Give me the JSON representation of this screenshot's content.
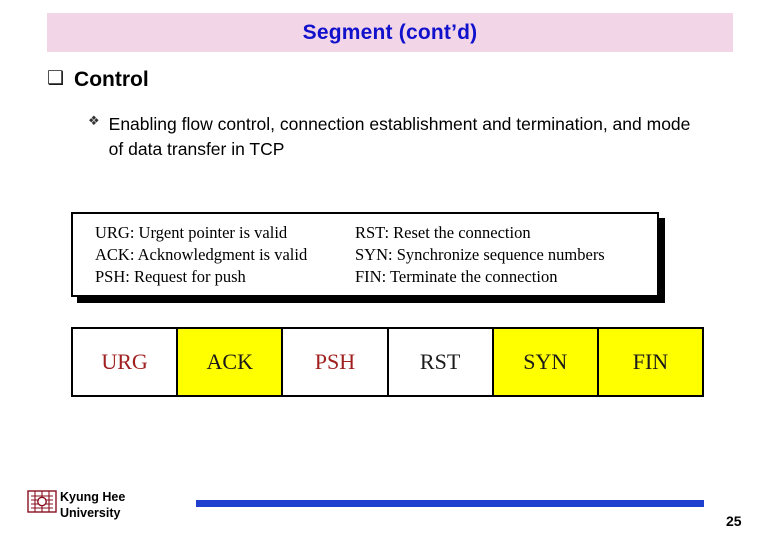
{
  "slide": {
    "title": "Segment (cont’d)",
    "title_bg": "#f2d6e8",
    "title_color": "#1111cc"
  },
  "bullets": {
    "level1": {
      "marker": "❑",
      "label": "Control"
    },
    "level2": {
      "marker": "❖",
      "text": "Enabling flow control, connection establishment and termination, and mode of data transfer in TCP"
    }
  },
  "legend": {
    "left_column": [
      "URG: Urgent pointer is valid",
      "ACK: Acknowledgment is valid",
      "PSH: Request for push"
    ],
    "right_column": [
      "RST: Reset the connection",
      "SYN: Synchronize sequence numbers",
      "FIN: Terminate the connection"
    ]
  },
  "flags": {
    "cells": [
      {
        "label": "URG",
        "bg": "#ffffff",
        "color": "#a02020"
      },
      {
        "label": "ACK",
        "bg": "#ffff00",
        "color": "#1a1a1a"
      },
      {
        "label": "PSH",
        "bg": "#ffffff",
        "color": "#a02020"
      },
      {
        "label": "RST",
        "bg": "#ffffff",
        "color": "#1a1a1a"
      },
      {
        "label": "SYN",
        "bg": "#ffff00",
        "color": "#1a1a1a"
      },
      {
        "label": "FIN",
        "bg": "#ffff00",
        "color": "#1a1a1a"
      }
    ]
  },
  "footer": {
    "org_line1": "Kyung Hee",
    "org_line2": "University",
    "rule_color": "#1f3fcf",
    "page_number": "25"
  }
}
